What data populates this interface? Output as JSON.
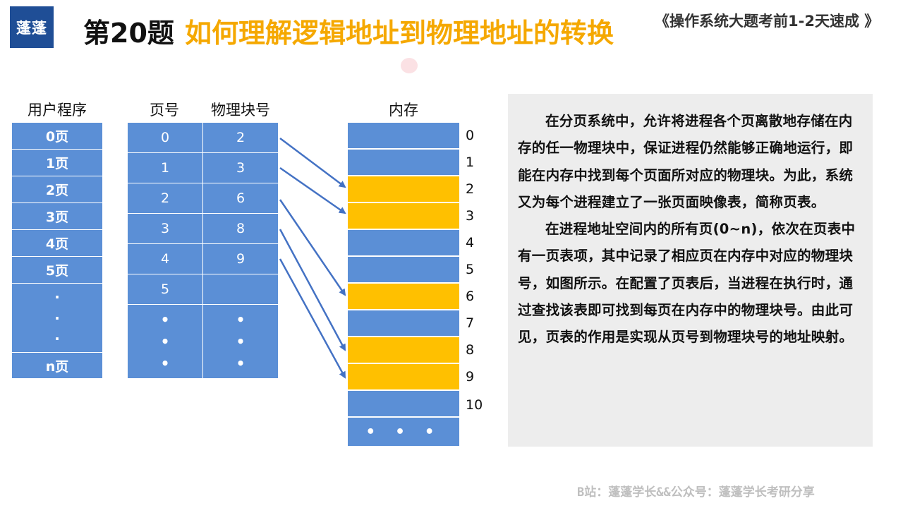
{
  "header": {
    "logo_text": "蓬蓬",
    "title_number": "第20题",
    "title_main": "如何理解逻辑地址到物理地址的转换",
    "subtitle": "《操作系统大题考前1-2天速成 》"
  },
  "user_program": {
    "heading": "用户程序",
    "pages": [
      "0页",
      "1页",
      "2页",
      "3页",
      "4页",
      "5页"
    ],
    "ellipsis": [
      "·",
      "·",
      "·"
    ],
    "last_page": "n页"
  },
  "page_table": {
    "page_heading": "页号",
    "block_heading": "物理块号",
    "rows": [
      {
        "page": "0",
        "block": "2"
      },
      {
        "page": "1",
        "block": "3"
      },
      {
        "page": "2",
        "block": "6"
      },
      {
        "page": "3",
        "block": "8"
      },
      {
        "page": "4",
        "block": "9"
      },
      {
        "page": "5",
        "block": ""
      }
    ],
    "ellipsis": [
      "•",
      "•",
      "•"
    ]
  },
  "memory": {
    "heading": "内存",
    "blocks": [
      "0",
      "1",
      "2",
      "3",
      "4",
      "5",
      "6",
      "7",
      "8",
      "9",
      "10"
    ],
    "occupied": [
      "2",
      "3",
      "6",
      "8",
      "9"
    ],
    "ellipsis": "• • •",
    "colors": {
      "free": "#5b8fd6",
      "occupied": "#ffc000"
    }
  },
  "mappings": [
    {
      "from_page": "0",
      "to_block": "2"
    },
    {
      "from_page": "1",
      "to_block": "3"
    },
    {
      "from_page": "2",
      "to_block": "6"
    },
    {
      "from_page": "3",
      "to_block": "8"
    },
    {
      "from_page": "4",
      "to_block": "9"
    }
  ],
  "explanation": {
    "paragraph1": "在分页系统中，允许将进程各个页离散地存储在内存的任一物理块中，保证进程仍然能够正确地运行，即能在内存中找到每个页面所对应的物理块。为此，系统又为每个进程建立了一张页面映像表，简称页表。",
    "paragraph2": "在进程地址空间内的所有页(0~n)，依次在页表中有一页表项，其中记录了相应页在内存中对应的物理块号，如图所示。在配置了页表后，当进程在执行时，通过查找该表即可找到每页在内存中的物理块号。由此可见，页表的作用是实现从页号到物理块号的地址映射。"
  },
  "footer": "B站：蓬蓬学长&&公众号：蓬蓬学长考研分享",
  "colors": {
    "accent": "#f5a800",
    "cell_blue": "#5b8fd6",
    "arrow": "#4472c4",
    "logo_bg": "#1f4e96"
  }
}
